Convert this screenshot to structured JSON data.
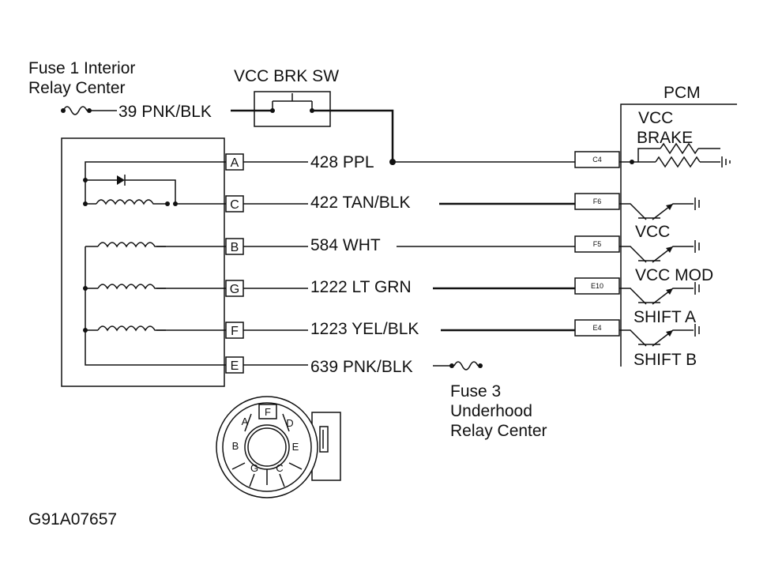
{
  "labels": {
    "fuse1_line1": "Fuse 1 Interior",
    "fuse1_line2": "Relay Center",
    "vcc_brk_sw": "VCC BRK SW",
    "pcm": "PCM",
    "vcc_brake_1": "VCC",
    "vcc_brake_2": "BRAKE",
    "fuse3_line1": "Fuse 3",
    "fuse3_line2": "Underhood",
    "fuse3_line3": "Relay Center",
    "figure_id": "G91A07657"
  },
  "wires": {
    "w39": "39 PNK/BLK",
    "w428": "428 PPL",
    "w422": "422 TAN/BLK",
    "w584": "584 WHT",
    "w1222": "1222 LT GRN",
    "w1223": "1223 YEL/BLK",
    "w639": "639 PNK/BLK"
  },
  "pins": {
    "a": "A",
    "c": "C",
    "b": "B",
    "g": "G",
    "f": "F",
    "e": "E"
  },
  "pcm_pins": {
    "c4": "C4",
    "f6": "F6",
    "f5": "F5",
    "e10": "E10",
    "e4": "E4"
  },
  "pcm_outputs": {
    "vcc": "VCC",
    "vcc_mod": "VCC MOD",
    "shift_a": "SHIFT A",
    "shift_b": "SHIFT B"
  },
  "connector_face": {
    "f": "F",
    "a": "A",
    "d": "D",
    "b": "B",
    "e": "E",
    "g": "G",
    "c": "C"
  }
}
